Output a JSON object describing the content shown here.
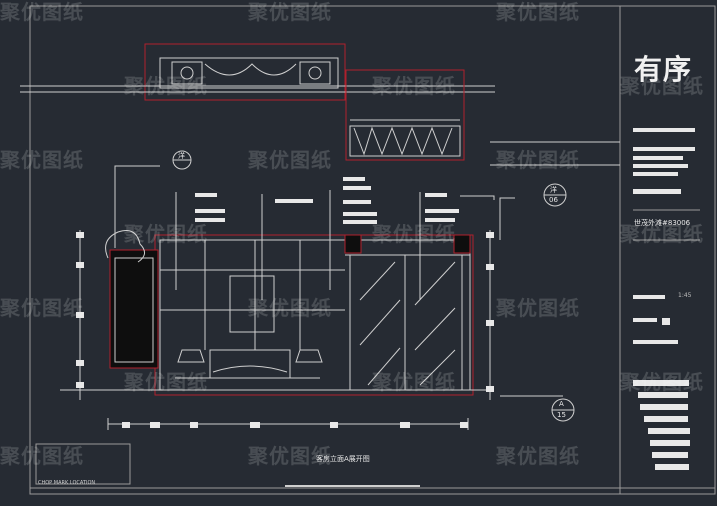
{
  "drawing": {
    "title": "客房立面A展开图",
    "project_name": "世茂外滩#83006",
    "chop_mark": "CHOP MARK LOCATION",
    "scale": "1:45",
    "logo_text": "有序",
    "callouts": [
      {
        "top": "洋",
        "bottom": ""
      },
      {
        "top": "洋",
        "bottom": "06"
      },
      {
        "top": "A",
        "bottom": "15"
      }
    ]
  },
  "watermark": {
    "text": "聚优图纸"
  },
  "colors": {
    "background": "#262b33",
    "linework": "#d9d9d9",
    "accent_red": "#b0202c",
    "panel_dark": "#0e0e0e"
  }
}
